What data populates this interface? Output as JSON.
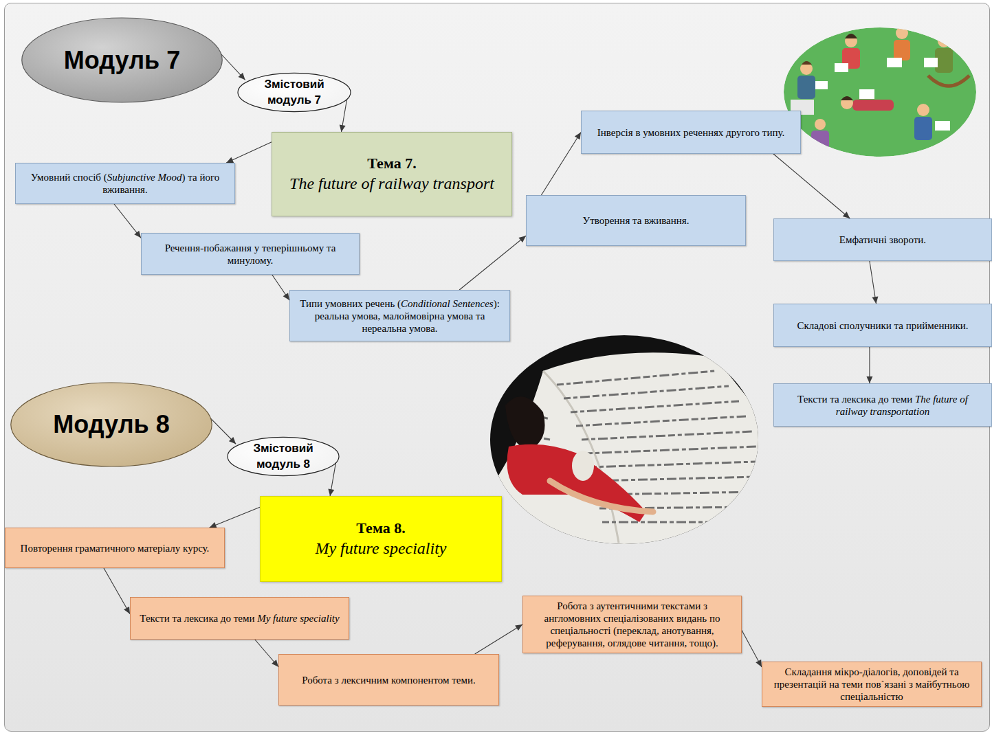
{
  "diagram": {
    "nodes": [
      {
        "text": [
          "Модуль 7"
        ]
      },
      {
        "text": [
          "Змістовий модуль 7"
        ]
      },
      {
        "text": [
          "Тема 7.",
          "The future of railway transport"
        ]
      },
      {
        "text": [
          "Умовний спосіб (Subjunctive Mood) та його вживання."
        ]
      },
      {
        "text": [
          "Речення-побажання у теперішньому та минулому."
        ]
      },
      {
        "text": [
          "Типи умовних речень (Conditional Sentences): реальна умова, малоймовірна умова та нереальна умова."
        ]
      },
      {
        "text": [
          "Утворення та вживання."
        ]
      },
      {
        "text": [
          "Інверсія в умовних реченнях другого типу."
        ]
      },
      {
        "text": [
          "Емфатичні звороти."
        ]
      },
      {
        "text": [
          "Складові сполучники та прийменники."
        ]
      },
      {
        "text": [
          "Тексти та лексика до теми The future of railway transportation"
        ]
      },
      {
        "text": [
          "Модуль 8"
        ]
      },
      {
        "text": [
          "Змістовий модуль 8"
        ]
      },
      {
        "text": [
          "Тема 8.",
          "My future speciality"
        ]
      },
      {
        "text": [
          "Повторення граматичного матеріалу курсу."
        ]
      },
      {
        "text": [
          "Тексти та лексика до теми My future speciality"
        ]
      },
      {
        "text": [
          "Робота з лексичним компонентом теми."
        ]
      },
      {
        "text": [
          "Робота з аутентичними текстами з англомовних спеціалізованих видань по спеціальності (переклад, анотування, реферування, оглядове читання, тощо)."
        ]
      },
      {
        "text": [
          "Складання мікро-діалогів, доповідей та презентацій на теми пов`язані з майбутньою спеціальністю"
        ]
      }
    ],
    "edges": [
      {
        "from": 0,
        "to": 1,
        "arrow": "to"
      },
      {
        "from": 1,
        "to": 2,
        "arrow": "to"
      },
      {
        "from": 2,
        "to": 3,
        "arrow": "to"
      },
      {
        "from": 3,
        "to": 4,
        "arrow": "to"
      },
      {
        "from": 4,
        "to": 5,
        "arrow": "to"
      },
      {
        "from": 5,
        "to": 6,
        "arrow": "to"
      },
      {
        "from": 6,
        "to": 7,
        "arrow": "to"
      },
      {
        "from": 7,
        "to": 8,
        "arrow": "to"
      },
      {
        "from": 8,
        "to": 9,
        "arrow": "to"
      },
      {
        "from": 9,
        "to": 10,
        "arrow": "to"
      },
      {
        "from": 11,
        "to": 12,
        "arrow": "to"
      },
      {
        "from": 12,
        "to": 13,
        "arrow": "to"
      },
      {
        "from": 13,
        "to": 14,
        "arrow": "to"
      },
      {
        "from": 14,
        "to": 15,
        "arrow": "to"
      },
      {
        "from": 15,
        "to": 16,
        "arrow": "to"
      },
      {
        "from": 16,
        "to": 17,
        "arrow": "to"
      },
      {
        "from": 17,
        "to": 18,
        "arrow": "to"
      }
    ]
  }
}
